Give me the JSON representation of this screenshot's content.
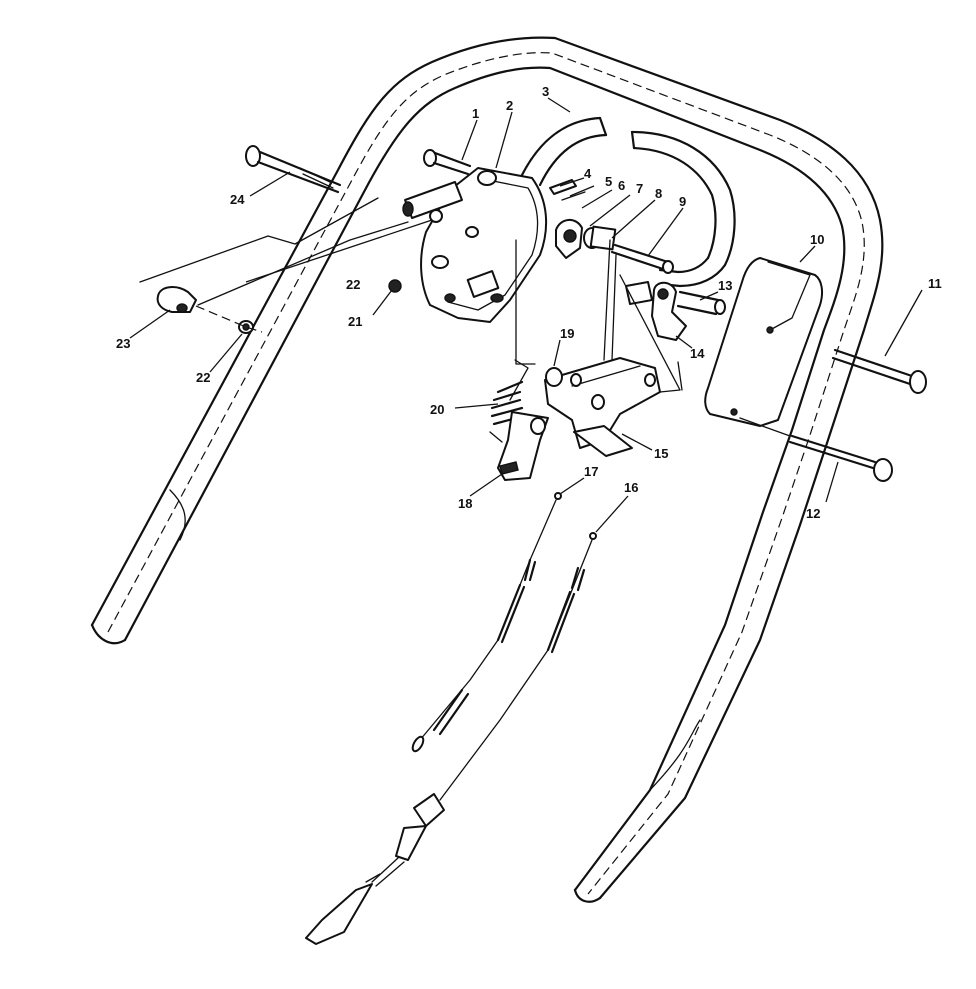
{
  "diagram": {
    "parts": [
      {
        "id": "p1",
        "label": "1"
      },
      {
        "id": "p2",
        "label": "2"
      },
      {
        "id": "p3",
        "label": "3"
      },
      {
        "id": "p4",
        "label": "4"
      },
      {
        "id": "p5",
        "label": "5"
      },
      {
        "id": "p6",
        "label": "6"
      },
      {
        "id": "p7",
        "label": "7"
      },
      {
        "id": "p8",
        "label": "8"
      },
      {
        "id": "p9",
        "label": "9"
      },
      {
        "id": "p10",
        "label": "10"
      },
      {
        "id": "p11",
        "label": "11"
      },
      {
        "id": "p12",
        "label": "12"
      },
      {
        "id": "p13",
        "label": "13"
      },
      {
        "id": "p14",
        "label": "14"
      },
      {
        "id": "p15",
        "label": "15"
      },
      {
        "id": "p16",
        "label": "16"
      },
      {
        "id": "p17",
        "label": "17"
      },
      {
        "id": "p18",
        "label": "18"
      },
      {
        "id": "p19",
        "label": "19"
      },
      {
        "id": "p20",
        "label": "20"
      },
      {
        "id": "p21",
        "label": "21"
      },
      {
        "id": "p22a",
        "label": "22"
      },
      {
        "id": "p22b",
        "label": "22"
      },
      {
        "id": "p23",
        "label": "23"
      },
      {
        "id": "p24",
        "label": "24"
      }
    ]
  }
}
